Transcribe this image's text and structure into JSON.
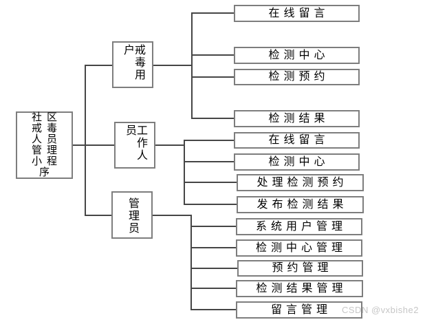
{
  "diagram": {
    "title_implicit": "",
    "root": {
      "label": "社区戒毒人员管理小程序"
    },
    "roles": [
      {
        "label": "戒毒用户",
        "children": [
          {
            "label": "在线留言"
          },
          {
            "label": "检测中心"
          },
          {
            "label": "检测预约"
          },
          {
            "label": "检测结果"
          }
        ]
      },
      {
        "label": "工作人员",
        "children": [
          {
            "label": "在线留言"
          },
          {
            "label": "检测中心"
          },
          {
            "label": "处理检测预约"
          },
          {
            "label": "发布检测结果"
          }
        ]
      },
      {
        "label": "管理员",
        "children": [
          {
            "label": "系统用户管理"
          },
          {
            "label": "检测中心管理"
          },
          {
            "label": "预约管理"
          },
          {
            "label": "检测结果管理"
          },
          {
            "label": "留言管理"
          }
        ]
      }
    ]
  },
  "watermark": {
    "text": "CSDN @vxbishe2"
  },
  "colors": {
    "background": "#ffffff",
    "box_border": "#7d7d7d",
    "connector_line": "#454545",
    "text": "#000000",
    "watermark": "#c6c6c6"
  }
}
